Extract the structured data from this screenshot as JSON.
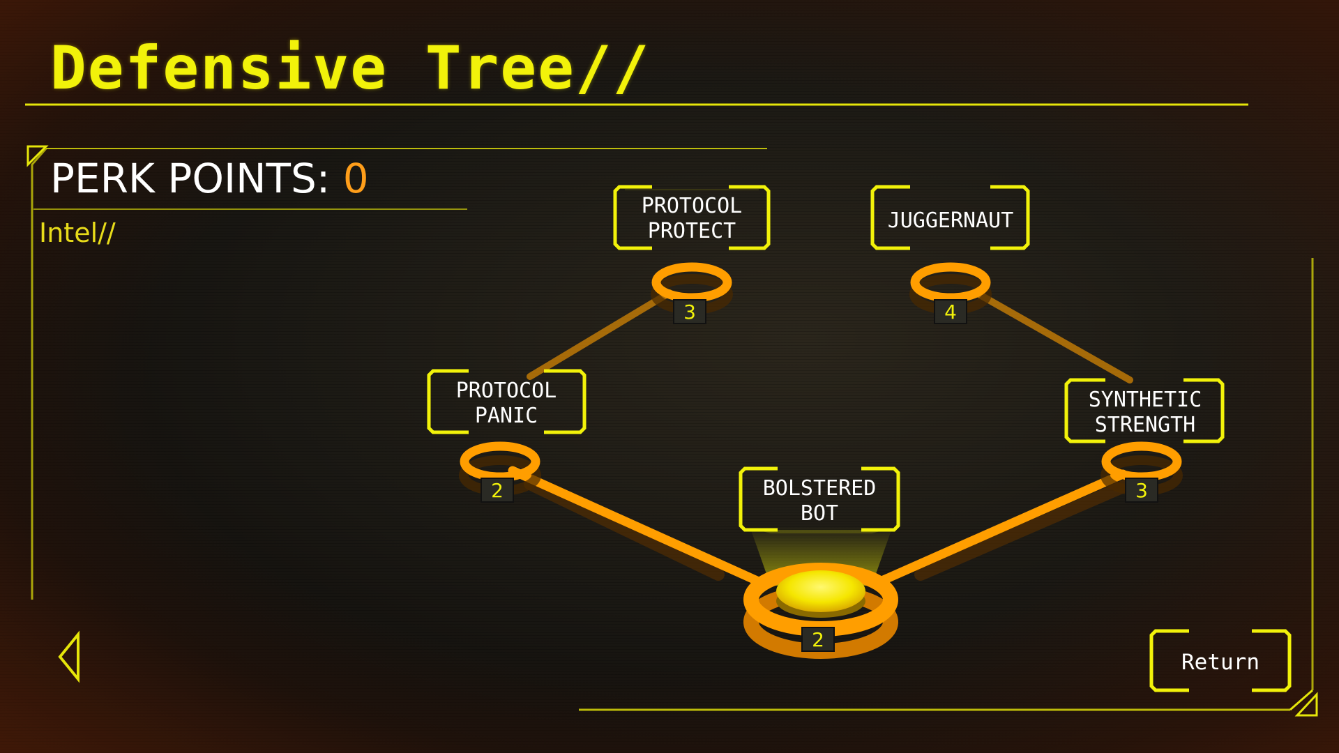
{
  "header": {
    "title": "Defensive Tree//"
  },
  "perk_points": {
    "label": "PERK POINTS: ",
    "value": "0"
  },
  "intel": {
    "label": "Intel//"
  },
  "nodes": {
    "protocol_protect": {
      "line1": "PROTOCOL",
      "line2": "PROTECT",
      "cost": "3"
    },
    "juggernaut": {
      "line1": "JUGGERNAUT",
      "cost": "4"
    },
    "protocol_panic": {
      "line1": "PROTOCOL",
      "line2": "PANIC",
      "cost": "2"
    },
    "synthetic_strength": {
      "line1": "SYNTHETIC",
      "line2": "STRENGTH",
      "cost": "3"
    },
    "bolstered_bot": {
      "line1": "BOLSTERED",
      "line2": "BOT",
      "cost": "2"
    }
  },
  "footer": {
    "return_label": "Return"
  },
  "colors": {
    "accent_yellow": "#f2f20a",
    "accent_orange": "#ff9e1a",
    "text_white": "#ffffff"
  }
}
